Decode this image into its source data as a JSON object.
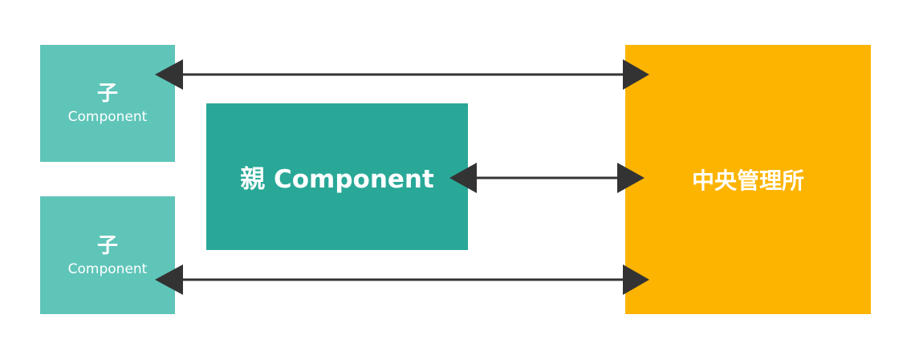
{
  "nodes": {
    "child_top": {
      "main": "子",
      "sub": "Component"
    },
    "child_bottom": {
      "main": "子",
      "sub": "Component"
    },
    "parent": {
      "label": "親 Component"
    },
    "central": {
      "label": "中央管理所"
    }
  },
  "edges": [
    {
      "from": "child_top",
      "to": "central",
      "direction": "both"
    },
    {
      "from": "parent",
      "to": "central",
      "direction": "both"
    },
    {
      "from": "child_bottom",
      "to": "central",
      "direction": "both"
    }
  ],
  "colors": {
    "child": "#5fc5b9",
    "parent": "#29a898",
    "central": "#fdb400",
    "arrow": "#333333",
    "text": "#ffffff"
  }
}
